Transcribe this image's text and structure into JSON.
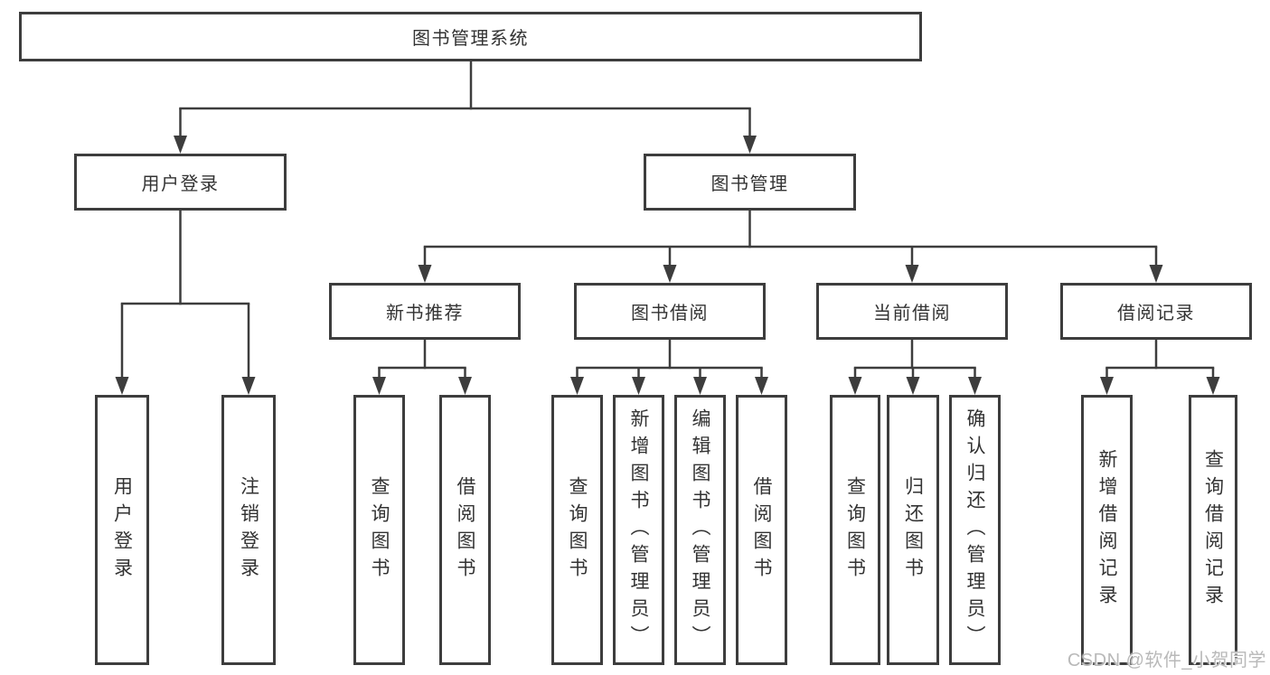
{
  "colors": {
    "line": "#3d3d3d",
    "text": "#333333",
    "background": "#ffffff",
    "watermark": "#b9b9b9"
  },
  "tree": {
    "root": {
      "label": "图书管理系统"
    },
    "children": [
      {
        "label": "用户登录",
        "children": [
          {
            "label": "用户登录"
          },
          {
            "label": "注销登录"
          }
        ]
      },
      {
        "label": "图书管理",
        "children": [
          {
            "label": "新书推荐",
            "children": [
              {
                "label": "查询图书"
              },
              {
                "label": "借阅图书"
              }
            ]
          },
          {
            "label": "图书借阅",
            "children": [
              {
                "label": "查询图书"
              },
              {
                "label": "新增图书（管理员）"
              },
              {
                "label": "编辑图书（管理员）"
              },
              {
                "label": "借阅图书"
              }
            ]
          },
          {
            "label": "当前借阅",
            "children": [
              {
                "label": "查询图书"
              },
              {
                "label": "归还图书"
              },
              {
                "label": "确认归还（管理员）"
              }
            ]
          },
          {
            "label": "借阅记录",
            "children": [
              {
                "label": "新增借阅记录"
              },
              {
                "label": "查询借阅记录"
              }
            ]
          }
        ]
      }
    ]
  },
  "watermark": {
    "text": "CSDN @软件_小贺同学"
  }
}
